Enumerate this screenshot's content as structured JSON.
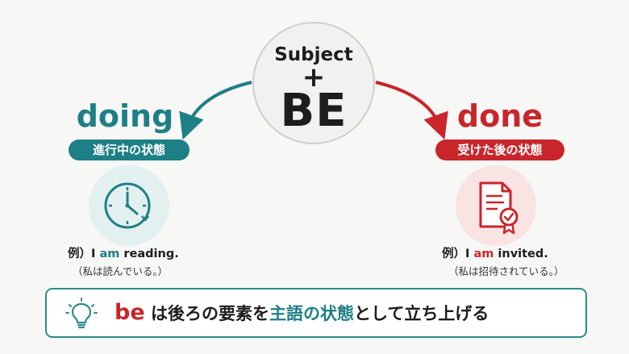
{
  "center": {
    "subject": "Subject",
    "plus": "+",
    "be": "BE"
  },
  "left": {
    "title": "doing",
    "label": "進行中の状態",
    "icon": "clock-icon",
    "example_prefix": "例）I ",
    "example_verb": "am",
    "example_rest": " reading.",
    "translation": "（私は読んでいる。）"
  },
  "right": {
    "title": "done",
    "label": "受けた後の状態",
    "icon": "certificate-document-icon",
    "example_prefix": "例）I ",
    "example_verb": "am",
    "example_rest": " invited.",
    "translation": "（私は招待されている。）"
  },
  "banner": {
    "icon": "lightbulb-icon",
    "be": "be",
    "part1": " は後ろの要素を",
    "highlight": "主語の状態",
    "part2": "として立ち上げる"
  },
  "colors": {
    "teal": "#1e7f86",
    "red": "#c8262b",
    "background": "#f7f7f6"
  }
}
